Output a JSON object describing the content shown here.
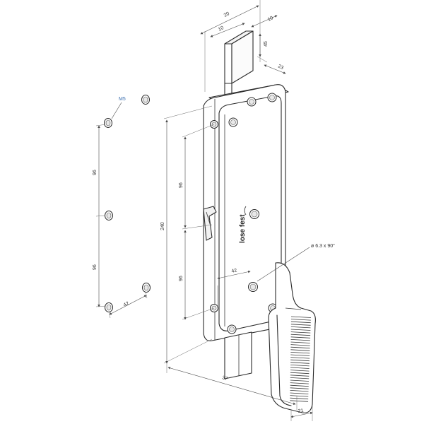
{
  "labels": {
    "thread": "M5",
    "brand": "lose fest",
    "countersink": "ø 6.3 x 90°"
  },
  "dimensions": {
    "top_width": "20",
    "top_depth": "10",
    "top_inner": "10",
    "top_offset": "45",
    "top_side": "23",
    "overall_height": "240",
    "upper_spacing": "96",
    "lower_spacing": "96",
    "template_upper": "96",
    "template_lower": "96",
    "template_width": "42",
    "inner_width": "42",
    "base_depth": "37",
    "handle_width": "21"
  },
  "colors": {
    "accent": "#3b6fb0"
  }
}
